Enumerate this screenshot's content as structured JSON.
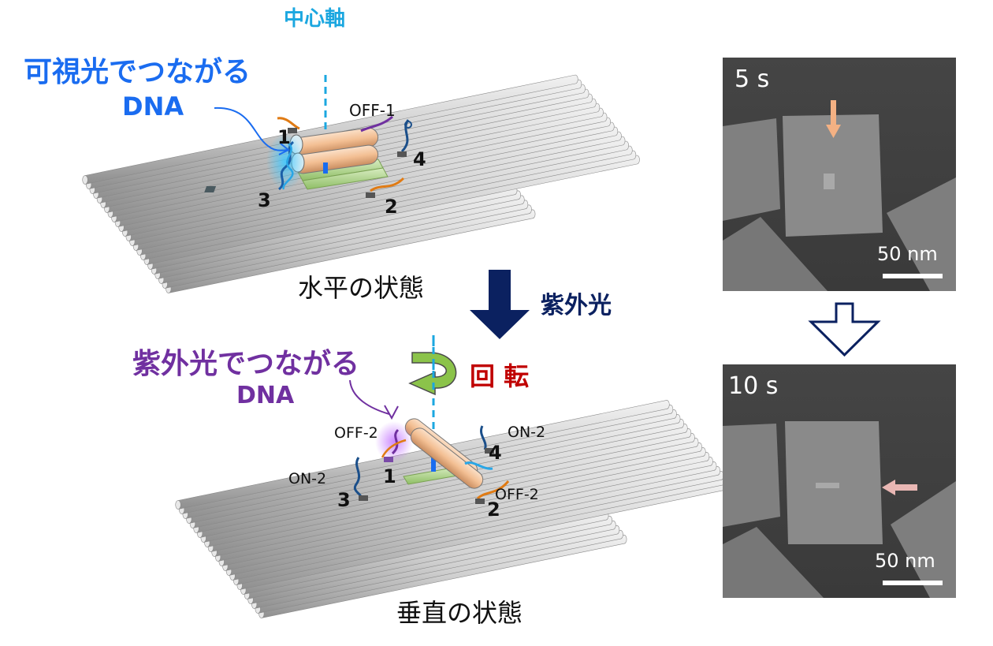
{
  "top_state": {
    "title": "可視光でつながる",
    "subtitle": "DNA",
    "axis_label": "中心軸",
    "strand_label": "OFF-1",
    "sites": [
      "1",
      "2",
      "3",
      "4"
    ],
    "state_label": "水平の状態"
  },
  "transition": {
    "label": "紫外光",
    "rotation_label": "回 転"
  },
  "bottom_state": {
    "title": "紫外光でつながる",
    "subtitle": "DNA",
    "labels": {
      "off2_a": "OFF-2",
      "on2_a": "ON-2",
      "on2_b": "ON-2",
      "off2_b": "OFF-2"
    },
    "sites": [
      "1",
      "2",
      "3",
      "4"
    ],
    "state_label": "垂直の状態"
  },
  "afm": {
    "frames": [
      {
        "time": "5 s",
        "scale_bar": "50 nm",
        "arrow": "down",
        "arrow_color": "#F4B183"
      },
      {
        "time": "10 s",
        "scale_bar": "50 nm",
        "arrow": "left",
        "arrow_color": "#E9B7B4"
      }
    ]
  },
  "colors": {
    "visible_blue": "#1A6CF0",
    "axis_cyan": "#1BA7E0",
    "uv_purple": "#7030A0",
    "navy": "#0B2160",
    "rotation_red": "#C00000",
    "rotor": "#F4C29A",
    "stator": "#A9D18E"
  }
}
